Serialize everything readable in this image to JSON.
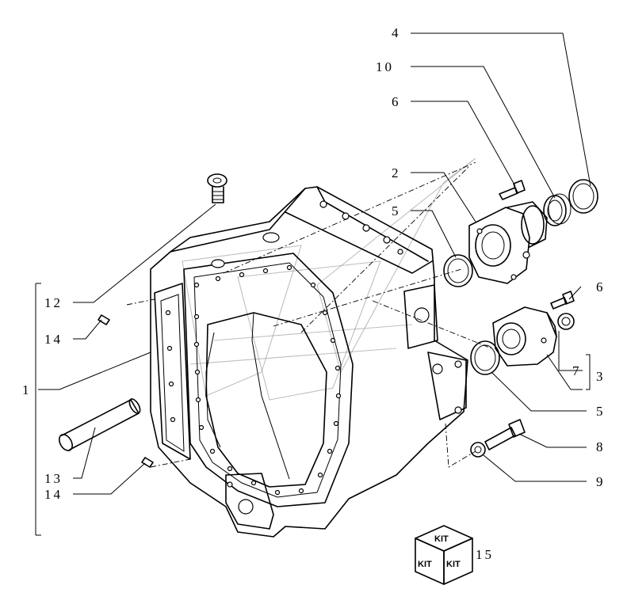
{
  "diagram": {
    "callouts": [
      {
        "id": "c4a",
        "text": "4"
      },
      {
        "id": "c10",
        "text": "10"
      },
      {
        "id": "c6a",
        "text": "6"
      },
      {
        "id": "c2",
        "text": "2"
      },
      {
        "id": "c5a",
        "text": "5"
      },
      {
        "id": "c6b",
        "text": "6"
      },
      {
        "id": "c12",
        "text": "12"
      },
      {
        "id": "c14a",
        "text": "14"
      },
      {
        "id": "c7",
        "text": "7"
      },
      {
        "id": "c3",
        "text": "3"
      },
      {
        "id": "c1",
        "text": "1"
      },
      {
        "id": "c5b",
        "text": "5"
      },
      {
        "id": "c8",
        "text": "8"
      },
      {
        "id": "c13",
        "text": "13"
      },
      {
        "id": "c9",
        "text": "9"
      },
      {
        "id": "c14b",
        "text": "14"
      },
      {
        "id": "c15",
        "text": "15"
      }
    ],
    "kit_box": {
      "top": "KIT",
      "left": "KIT",
      "right": "KIT"
    }
  }
}
